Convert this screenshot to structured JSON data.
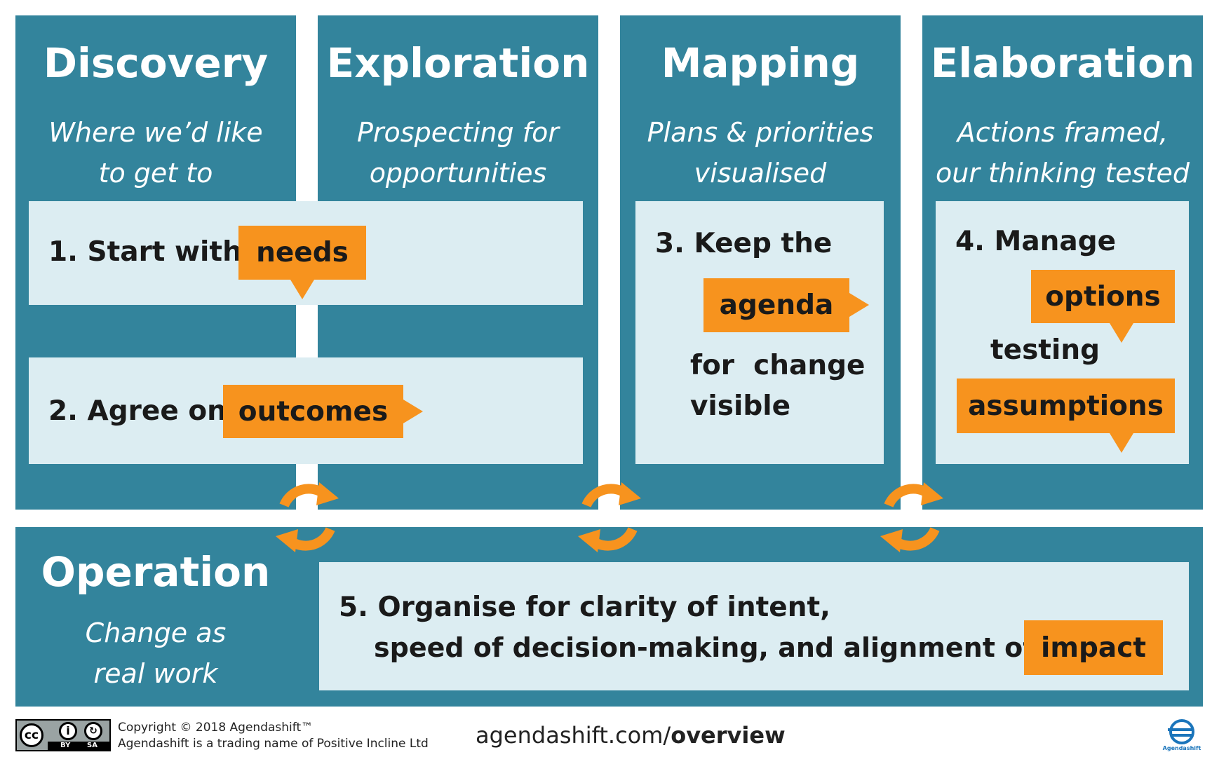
{
  "columns": [
    {
      "title": "Discovery",
      "subtitle_line1": "Where we’d like",
      "subtitle_line2": "to get to"
    },
    {
      "title": "Exploration",
      "subtitle_line1": "Prospecting for",
      "subtitle_line2": "opportunities"
    },
    {
      "title": "Mapping",
      "subtitle_line1": "Plans & priorities",
      "subtitle_line2": "visualised"
    },
    {
      "title": "Elaboration",
      "subtitle_line1": "Actions framed,",
      "subtitle_line2": "our thinking tested"
    }
  ],
  "steps": {
    "s1": {
      "prefix": "1. Start with",
      "tag": "needs"
    },
    "s2": {
      "prefix": "2. Agree on",
      "tag": "outcomes"
    },
    "s3": {
      "line1": "3. Keep the",
      "tag": "agenda",
      "line2": "for  change",
      "line3": "visible"
    },
    "s4": {
      "line1": "4. Manage",
      "tag1": "options",
      "middle": "testing",
      "tag2": "assumptions"
    },
    "s5": {
      "line1": "5. Organise for clarity of intent,",
      "line2": "speed of decision-making, and alignment of",
      "tag": "impact"
    }
  },
  "operation": {
    "title": "Operation",
    "subtitle_line1": "Change as",
    "subtitle_line2": "real work"
  },
  "footer": {
    "cc_label": "cc",
    "by_label": "BY",
    "sa_label": "SA",
    "copyright": "Copyright © 2018 Agendashift™",
    "trading": "Agendashift is a trading name of Positive Incline Ltd",
    "url_domain": "agendashift.com/",
    "url_path": "overview",
    "logo_text": "Agendashift"
  },
  "colors": {
    "panel": "#33849c",
    "box": "#dcedf2",
    "accent": "#f7931e"
  }
}
